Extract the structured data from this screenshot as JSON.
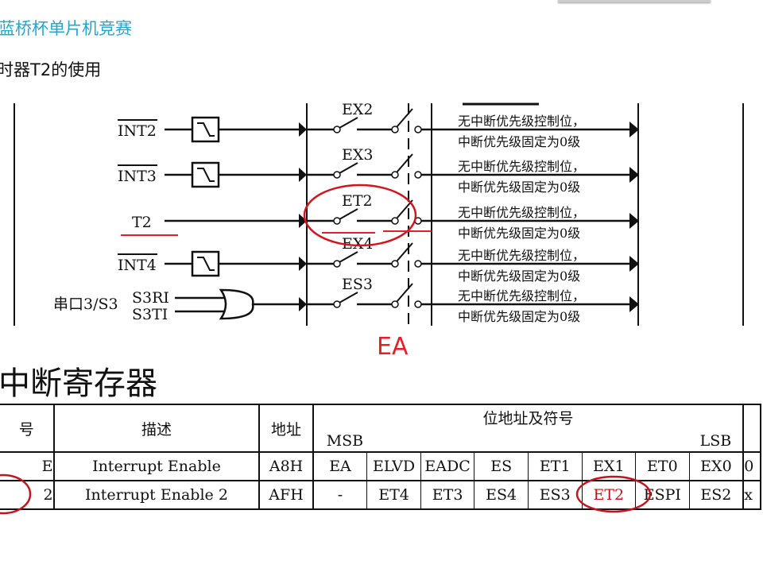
{
  "header": {
    "course": "蓝桥杯单片机竞赛",
    "lesson": "时器T2的使用"
  },
  "diagram": {
    "rows": [
      {
        "source": "INT2",
        "overline": true,
        "block": "edge",
        "switch": "EX2",
        "text1": "无中断优先级控制位，",
        "text2": "中断优先级固定为0级"
      },
      {
        "source": "INT3",
        "overline": true,
        "block": "edge",
        "switch": "EX3",
        "text1": "无中断优先级控制位，",
        "text2": "中断优先级固定为0级"
      },
      {
        "source": "T2",
        "overline": false,
        "block": "none",
        "switch": "ET2",
        "text1": "无中断优先级控制位，",
        "text2": "中断优先级固定为0级"
      },
      {
        "source": "INT4",
        "overline": true,
        "block": "edge",
        "switch": "EX4",
        "text1": "无中断优先级控制位，",
        "text2": "中断优先级固定为0级"
      },
      {
        "source": "S3RI",
        "source2": "S3TI",
        "prefix": "串口3/S3",
        "block": "or",
        "switch": "ES3",
        "text1": "无中断优先级控制位，",
        "text2": "中断优先级固定为0级"
      }
    ],
    "annotation": "EA",
    "annotation_color": "#e0202a"
  },
  "section_title": "中断寄存器",
  "table": {
    "headers": {
      "symbol": "号",
      "desc": "描述",
      "addr": "地址",
      "bits": "位地址及符号",
      "msb": "MSB",
      "lsb": "LSB"
    },
    "rows": [
      {
        "symbol": "E",
        "desc": "Interrupt Enable",
        "addr": "A8H",
        "bits": [
          "EA",
          "ELVD",
          "EADC",
          "ES",
          "ET1",
          "EX1",
          "ET0",
          "EX0"
        ],
        "tail": "0"
      },
      {
        "symbol": "2",
        "desc": "Interrupt Enable 2",
        "addr": "AFH",
        "bits": [
          "-",
          "ET4",
          "ET3",
          "ES4",
          "ES3",
          "ET2",
          "ESPI",
          "ES2"
        ],
        "tail": "x"
      }
    ],
    "highlight": "ET2"
  }
}
